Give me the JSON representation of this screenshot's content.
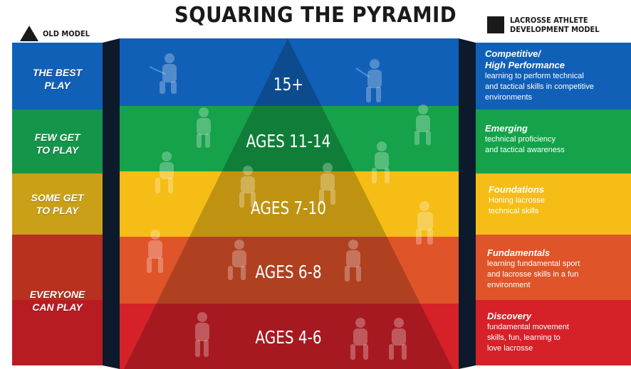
{
  "title": "SQUARING THE PYRAMID",
  "legend": {
    "old_model": "OLD MODEL",
    "new_model_line1": "LACROSSE ATHLETE",
    "new_model_line2": "DEVELOPMENT MODEL"
  },
  "colors": {
    "blue": "#1160b8",
    "green": "#15a24a",
    "yellow": "#f5bd16",
    "orange": "#e0542a",
    "red": "#d62129"
  },
  "old_model": [
    {
      "line1": "THE BEST",
      "line2": "PLAY"
    },
    {
      "line1": "FEW GET",
      "line2": "TO PLAY"
    },
    {
      "line1": "SOME GET",
      "line2": "TO PLAY"
    },
    {
      "line1": "EVERYONE",
      "line2": "CAN PLAY"
    }
  ],
  "ages": [
    "15+",
    "AGES 11-14",
    "AGES 7-10",
    "AGES 6-8",
    "AGES 4-6"
  ],
  "stages": [
    {
      "title_line1": "Competitive/",
      "title_line2": "High Performance",
      "desc_lines": [
        "learning to perform technical",
        "and tactical skills in competitive",
        "environments"
      ]
    },
    {
      "title_line1": "Emerging",
      "title_line2": "",
      "desc_lines": [
        "technical proficiency",
        "and tactical awareness"
      ]
    },
    {
      "title_line1": "Foundations",
      "title_line2": "",
      "desc_lines": [
        "Honing lacrosse",
        "technical skills"
      ]
    },
    {
      "title_line1": "Fundamentals",
      "title_line2": "",
      "desc_lines": [
        "learning fundamental sport",
        "and lacrosse skills in a fun",
        "environment"
      ]
    },
    {
      "title_line1": "Discovery",
      "title_line2": "",
      "desc_lines": [
        "fundamental movement",
        "skills, fun, learning to",
        "love lacrosse"
      ]
    }
  ]
}
